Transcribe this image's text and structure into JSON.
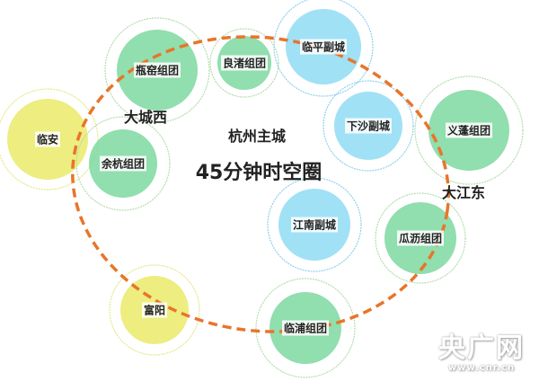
{
  "colors": {
    "green": "#7ed8a0",
    "blue": "#8fdcf4",
    "yellow": "#eaea6a",
    "ring_green": "#b5dcb0",
    "ring_blue": "#8fd0ee",
    "ring_yellow": "#e6e88a",
    "ellipse": "#e8752a"
  },
  "nodes": [
    {
      "id": "pingyao",
      "label": "瓶窑组团",
      "type": "green"
    },
    {
      "id": "liangzhu",
      "label": "良渚组团",
      "type": "green"
    },
    {
      "id": "linping",
      "label": "临平副城",
      "type": "blue"
    },
    {
      "id": "xiasha",
      "label": "下沙副城",
      "type": "blue"
    },
    {
      "id": "yipeng",
      "label": "义蓬组团",
      "type": "green"
    },
    {
      "id": "linan",
      "label": "临安",
      "type": "yellow"
    },
    {
      "id": "yuhang",
      "label": "余杭组团",
      "type": "green"
    },
    {
      "id": "jiangnan",
      "label": "江南副城",
      "type": "blue"
    },
    {
      "id": "guali",
      "label": "瓜沥组团",
      "type": "green"
    },
    {
      "id": "fuyang",
      "label": "富阳",
      "type": "yellow"
    },
    {
      "id": "linpu",
      "label": "临浦组团",
      "type": "green"
    }
  ],
  "labels": {
    "west": "大城西",
    "main_city": "杭州主城",
    "circle": "45分钟时空圈",
    "east": "大江东"
  },
  "watermark": {
    "name": "央广网",
    "url": "www.cnr.cn"
  }
}
